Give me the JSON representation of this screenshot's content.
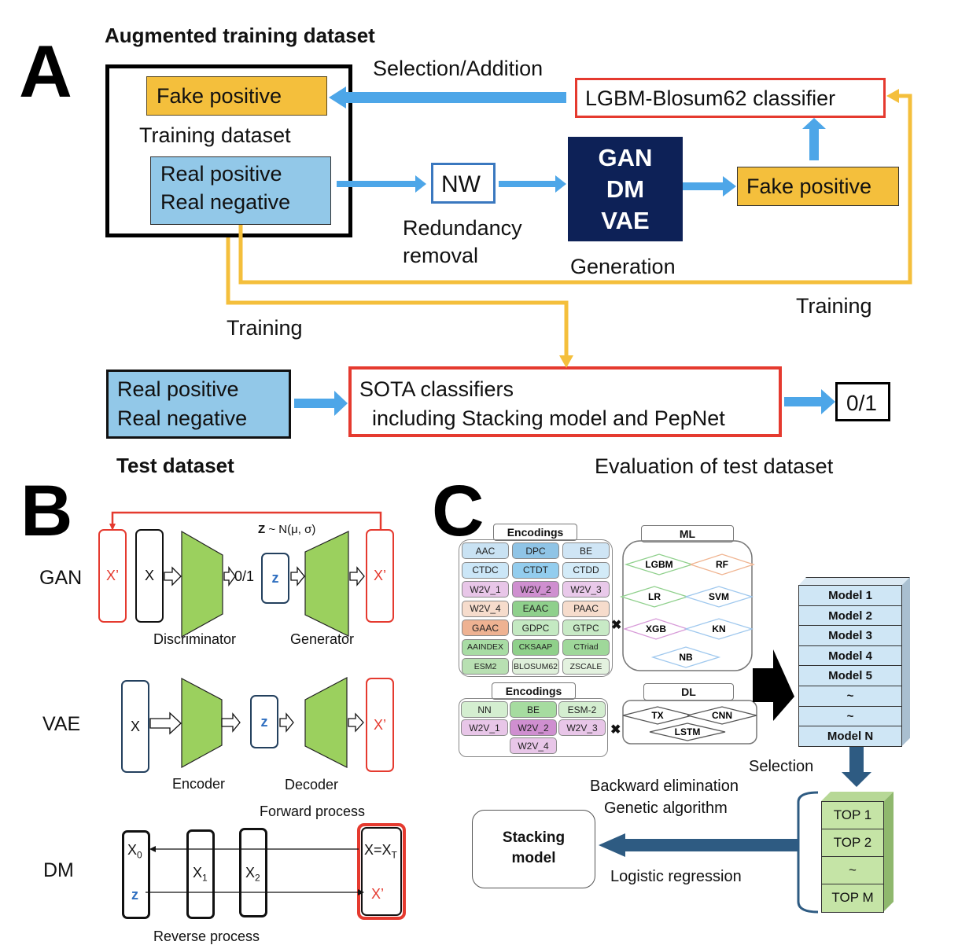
{
  "panels": {
    "a": "A",
    "b": "B",
    "c": "C"
  },
  "panel_a": {
    "augmented_title": "Augmented training dataset",
    "selection_addition": "Selection/Addition",
    "fake_positive_train": "Fake positive",
    "training_dataset_label": "Training dataset",
    "real_positive": "Real positive",
    "real_negative": "Real negative",
    "nw": "NW",
    "redundancy_line1": "Redundancy",
    "redundancy_line2": "removal",
    "gen_models": [
      "GAN",
      "DM",
      "VAE"
    ],
    "generation": "Generation",
    "fake_positive_gen": "Fake positive",
    "lgbm_classifier": "LGBM-Blosum62 classifier",
    "training_right": "Training",
    "training_left": "Training",
    "test_real_positive": "Real positive",
    "test_real_negative": "Real negative",
    "test_dataset": "Test dataset",
    "sota_line1": "SOTA classifiers",
    "sota_line2": "including Stacking model and PepNet",
    "output": "0/1",
    "evaluation": "Evaluation of test dataset",
    "colors": {
      "blue_arrow": "#4da6e8",
      "yellow": "#f4bf3c",
      "red": "#e53a2f",
      "navy": "#0d2157",
      "light_blue": "#92c8e8"
    }
  },
  "panel_b": {
    "gan": {
      "label": "GAN",
      "x_prime": "X’",
      "x": "X",
      "output": "0/1",
      "z": "z",
      "z_dist_bold": "Z",
      "z_dist_rest": " ~ N(μ, σ)",
      "discriminator": "Discriminator",
      "generator": "Generator"
    },
    "vae": {
      "label": "VAE",
      "x": "X",
      "z": "z",
      "x_prime": "X’",
      "encoder": "Encoder",
      "decoder": "Decoder"
    },
    "dm": {
      "label": "DM",
      "forward": "Forward process",
      "reverse": "Reverse process",
      "x0": "X",
      "x0_sub": "0",
      "z": "z",
      "x1": "X",
      "x1_sub": "1",
      "x2": "X",
      "x2_sub": "2",
      "xt": "X=X",
      "xt_sub": "T",
      "x_prime": "X’"
    }
  },
  "panel_c": {
    "encodings_title": "Encodings",
    "ml_encodings": [
      [
        "AAC",
        "DPC",
        "BE"
      ],
      [
        "CTDC",
        "CTDT",
        "CTDD"
      ],
      [
        "W2V_1",
        "W2V_2",
        "W2V_3"
      ],
      [
        "W2V_4",
        "EAAC",
        "PAAC"
      ],
      [
        "GAAC",
        "GDPC",
        "GTPC"
      ],
      [
        "AAINDEX",
        "CKSAAP",
        "CTriad"
      ],
      [
        "ESM2",
        "BLOSUM62",
        "ZSCALE"
      ]
    ],
    "ml_encoding_colors": [
      [
        "#c9e2f3",
        "#8fc4e6",
        "#cfe5f5"
      ],
      [
        "#cbe6f7",
        "#93cdee",
        "#d3ebf8"
      ],
      [
        "#e8c6e8",
        "#cf8fd0",
        "#e9c9ea"
      ],
      [
        "#f6dccc",
        "#8fd08c",
        "#f6dccc"
      ],
      [
        "#eeb292",
        "#c4e9c2",
        "#c8eac6"
      ],
      [
        "#a8dca4",
        "#8fd08a",
        "#9fd89a"
      ],
      [
        "#b8e0b2",
        "#dff0da",
        "#e3f2df"
      ]
    ],
    "times": "✖",
    "ml_title": "ML",
    "ml_models": [
      "LGBM",
      "RF",
      "LR",
      "SVM",
      "XGB",
      "KN",
      "NB"
    ],
    "ml_model_colors": [
      "#8fd08c",
      "#f0b490",
      "#8fd08c",
      "#9fc8ee",
      "#d79ad8",
      "#9fc8ee",
      "#9fc8ee"
    ],
    "dl_encodings": [
      [
        "NN",
        "BE",
        "ESM-2"
      ],
      [
        "W2V_1",
        "W2V_2",
        "W2V_3"
      ],
      [
        "W2V_4"
      ]
    ],
    "dl_encoding_colors": [
      [
        "#d4eed0",
        "#a6dca0",
        "#d4eed0"
      ],
      [
        "#e8c6e8",
        "#cf8fd0",
        "#e8c6e8"
      ],
      [
        "#e8c6e8"
      ]
    ],
    "dl_title": "DL",
    "dl_models": [
      "TX",
      "CNN",
      "LSTM"
    ],
    "model_stack": [
      "Model 1",
      "Model 2",
      "Model 3",
      "Model 4",
      "Model 5",
      "~",
      "~",
      "Model N"
    ],
    "selection": "Selection",
    "backward": "Backward elimination",
    "genetic": "Genetic algorithm",
    "logistic": "Logistic regression",
    "stacking_line1": "Stacking",
    "stacking_line2": "model",
    "top_stack": [
      "TOP 1",
      "TOP 2",
      "~",
      "TOP M"
    ]
  }
}
